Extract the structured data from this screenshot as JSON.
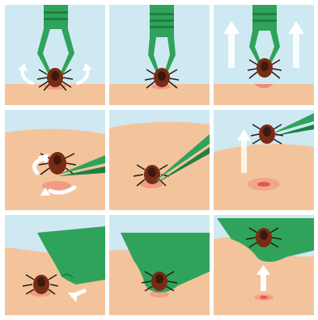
{
  "colors": {
    "sky": "#cfe9f2",
    "skin": "#f3c49c",
    "skin_dark": "#eab48a",
    "tool_green": "#2fa35b",
    "tool_green_dark": "#1f7f44",
    "tick_body": "#7a2b14",
    "tick_head": "#3a1a10",
    "legs": "#2a1a12",
    "wound": "#e35a4a",
    "arrow": "#ffffff"
  },
  "panels": [
    {
      "id": "r1c1",
      "method": "tick-twister",
      "step": 1,
      "arrows": "rotate"
    },
    {
      "id": "r1c2",
      "method": "tick-twister",
      "step": 2,
      "arrows": "none"
    },
    {
      "id": "r1c3",
      "method": "tick-twister",
      "step": 3,
      "arrows": "up"
    },
    {
      "id": "r2c1",
      "method": "tweezers",
      "step": 1,
      "arrows": "rotate"
    },
    {
      "id": "r2c2",
      "method": "tweezers",
      "step": 2,
      "arrows": "none"
    },
    {
      "id": "r2c3",
      "method": "tweezers",
      "step": 3,
      "arrows": "up"
    },
    {
      "id": "r3c1",
      "method": "tick-card",
      "step": 1,
      "arrows": "slide"
    },
    {
      "id": "r3c2",
      "method": "tick-card",
      "step": 2,
      "arrows": "none"
    },
    {
      "id": "r3c3",
      "method": "tick-card",
      "step": 3,
      "arrows": "up"
    }
  ]
}
